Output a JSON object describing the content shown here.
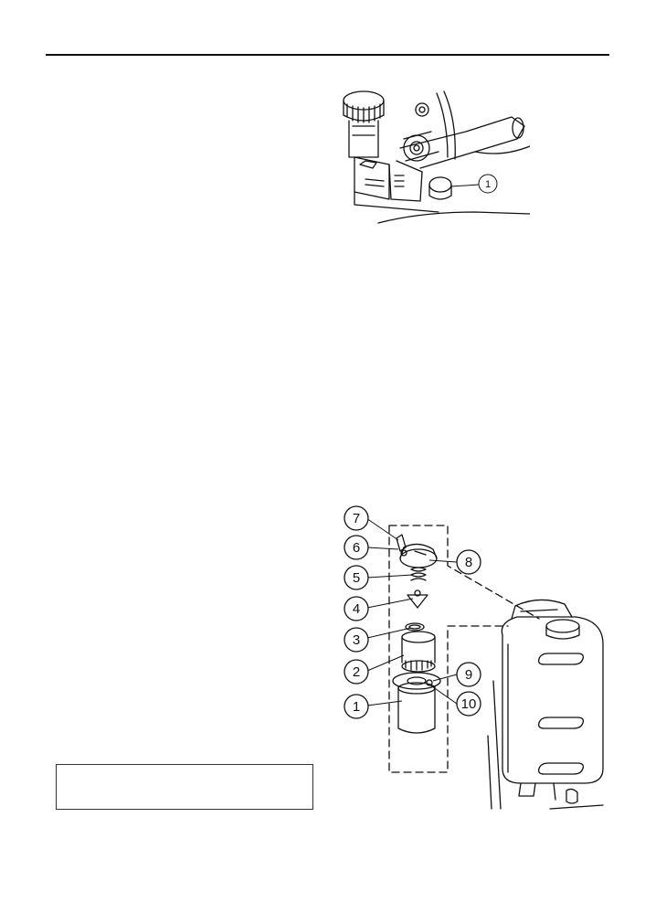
{
  "figures": {
    "top": {
      "callouts": [
        "1"
      ]
    },
    "bottom": {
      "callouts": [
        "7",
        "6",
        "5",
        "4",
        "3",
        "2",
        "1",
        "8",
        "9",
        "10"
      ]
    }
  },
  "note_box": {
    "text": ""
  }
}
